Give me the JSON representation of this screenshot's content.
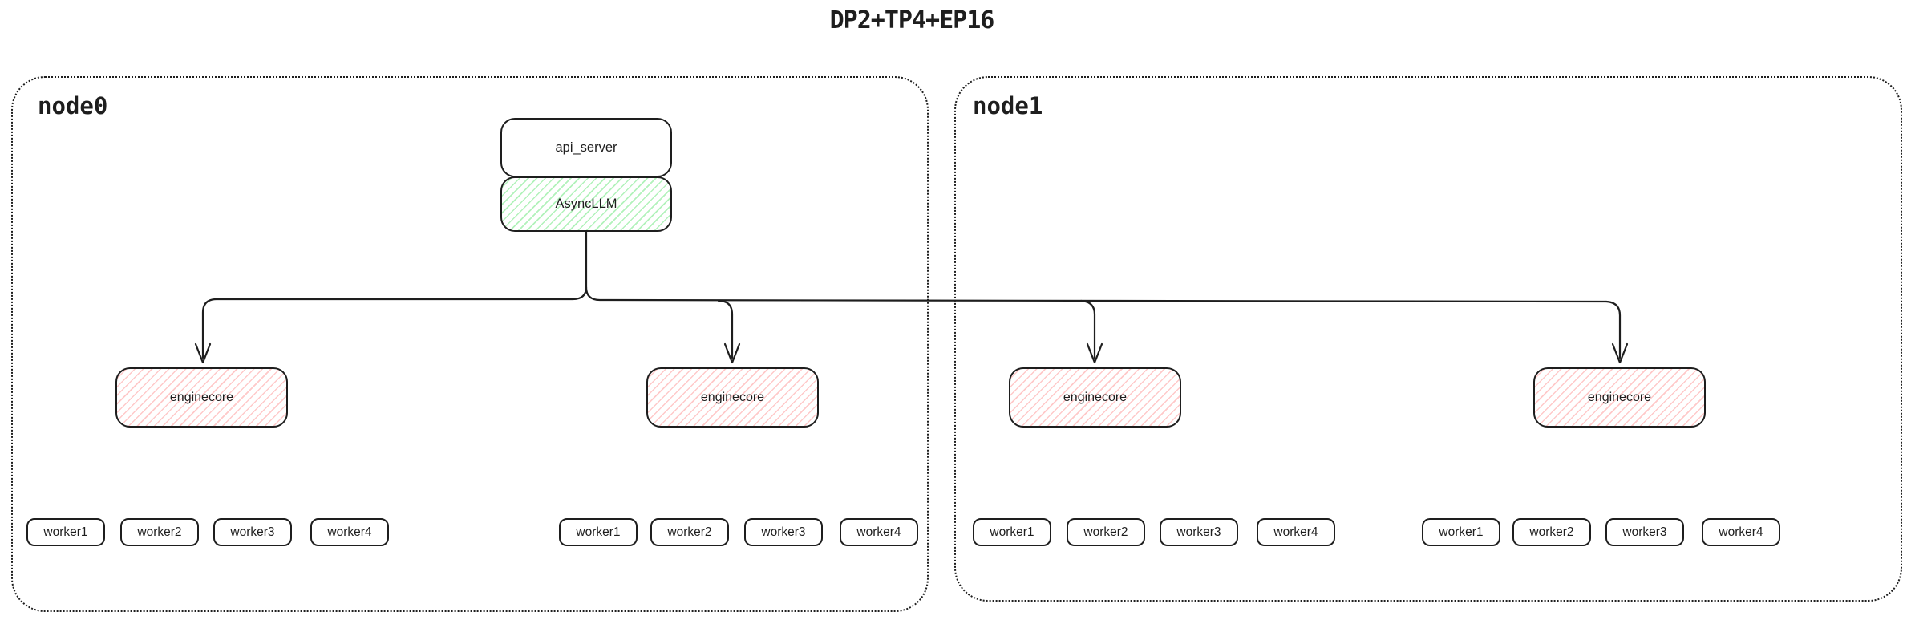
{
  "title": "DP2+TP4+EP16",
  "colors": {
    "ink": "#1e1e1e",
    "green_hatch": "#b2f2bb",
    "red_hatch": "#ffc9c9",
    "background": "#ffffff"
  },
  "stack": {
    "api_server": "api_server",
    "async_llm": "AsyncLLM"
  },
  "nodes": [
    {
      "label": "node0"
    },
    {
      "label": "node1"
    }
  ],
  "enginecores": [
    "enginecore",
    "enginecore",
    "enginecore",
    "enginecore"
  ],
  "worker_groups": [
    [
      "worker1",
      "worker2",
      "worker3",
      "worker4"
    ],
    [
      "worker1",
      "worker2",
      "worker3",
      "worker4"
    ],
    [
      "worker1",
      "worker2",
      "worker3",
      "worker4"
    ],
    [
      "worker1",
      "worker2",
      "worker3",
      "worker4"
    ]
  ]
}
